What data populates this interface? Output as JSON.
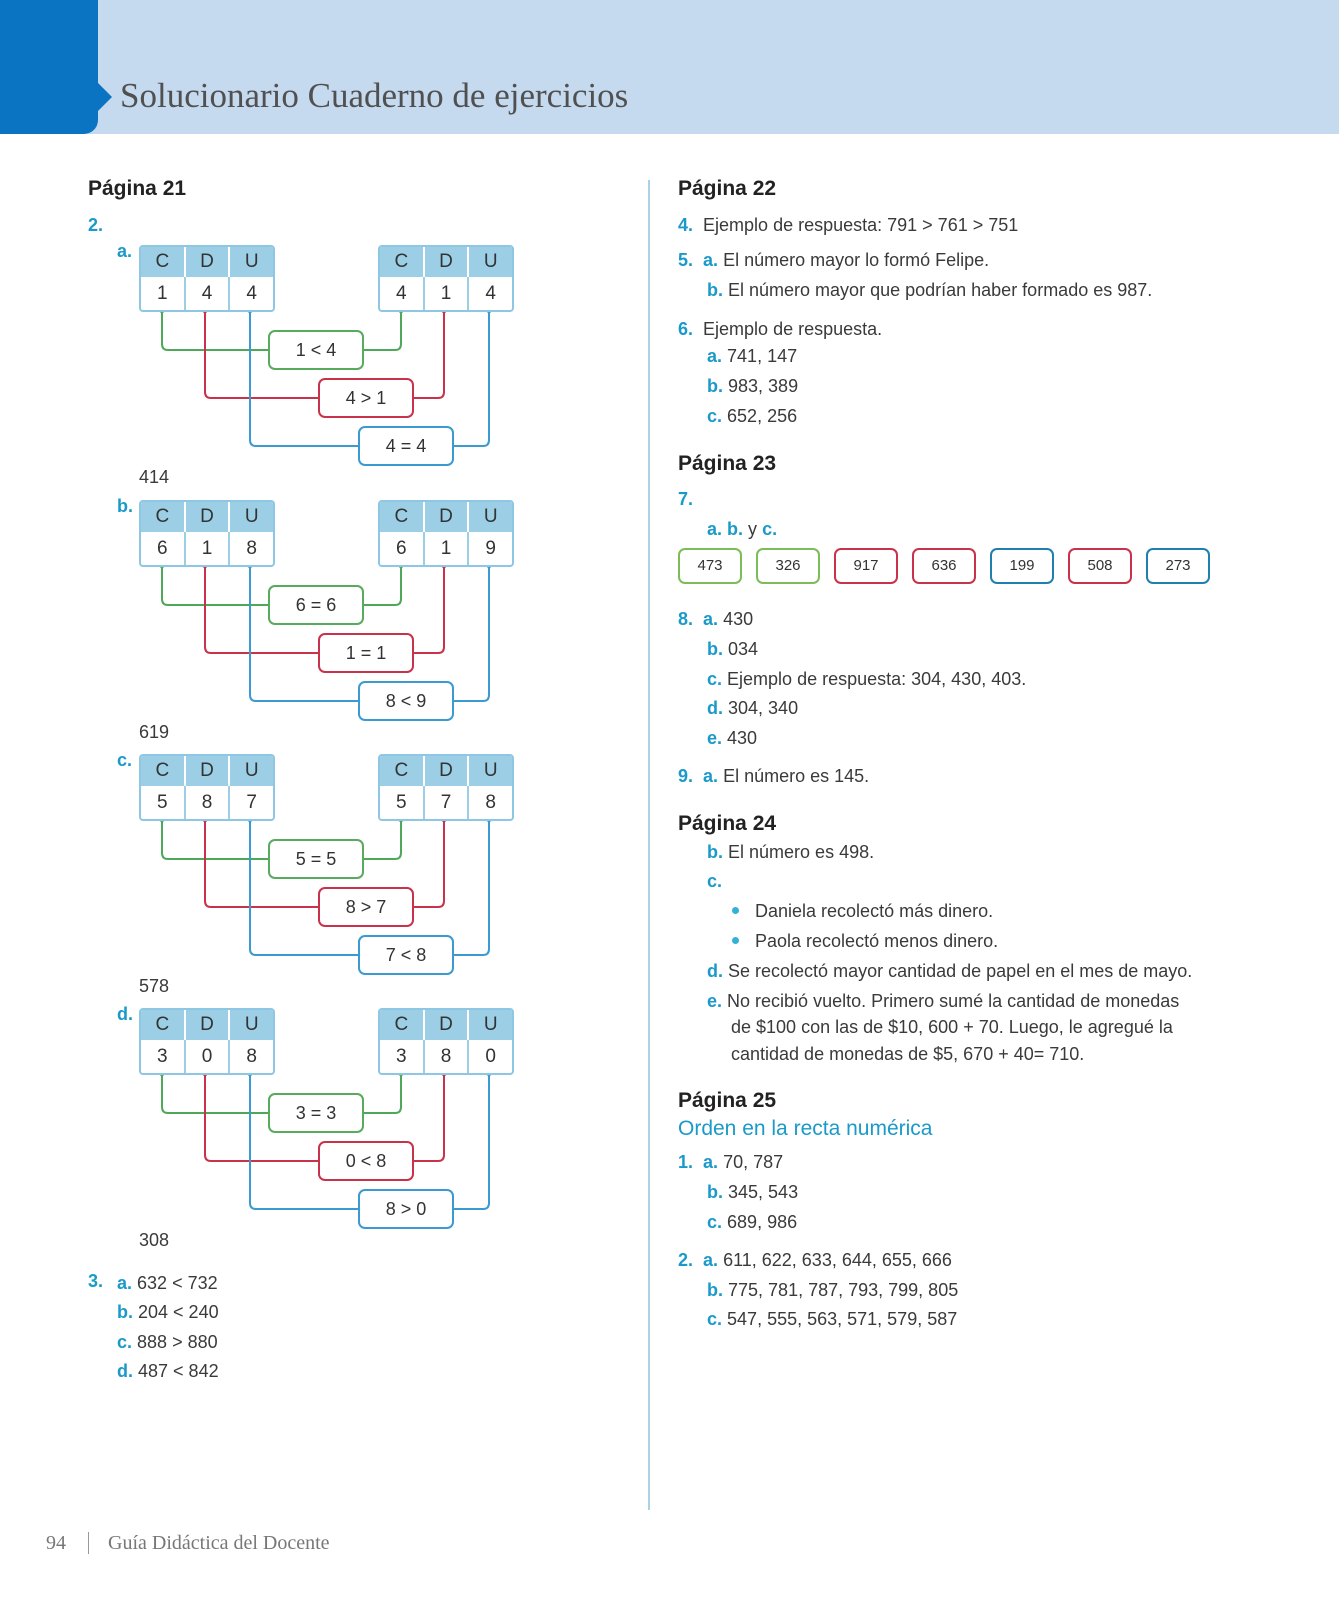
{
  "header": {
    "title": "Solucionario Cuaderno de ejercicios"
  },
  "left": {
    "page_heading": "Página 21",
    "item2_num": "2.",
    "groups": [
      {
        "label": "a.",
        "left_digits": [
          "1",
          "4",
          "4"
        ],
        "right_digits": [
          "4",
          "1",
          "4"
        ],
        "comparisons": [
          "1 < 4",
          "4 > 1",
          "4 = 4"
        ],
        "result": "414"
      },
      {
        "label": "b.",
        "left_digits": [
          "6",
          "1",
          "8"
        ],
        "right_digits": [
          "6",
          "1",
          "9"
        ],
        "comparisons": [
          "6 = 6",
          "1 = 1",
          "8 < 9"
        ],
        "result": "619"
      },
      {
        "label": "c.",
        "left_digits": [
          "5",
          "8",
          "7"
        ],
        "right_digits": [
          "5",
          "7",
          "8"
        ],
        "comparisons": [
          "5 = 5",
          "8 > 7",
          "7 < 8"
        ],
        "result": "578"
      },
      {
        "label": "d.",
        "left_digits": [
          "3",
          "0",
          "8"
        ],
        "right_digits": [
          "3",
          "8",
          "0"
        ],
        "comparisons": [
          "3 = 3",
          "0 < 8",
          "8 > 0"
        ],
        "result": "308"
      }
    ],
    "headers": [
      "C",
      "D",
      "U"
    ],
    "item3": {
      "num": "3.",
      "lines": [
        {
          "letter": "a.",
          "text": "632 < 732"
        },
        {
          "letter": "b.",
          "text": "204 < 240"
        },
        {
          "letter": "c.",
          "text": "888 > 880"
        },
        {
          "letter": "d.",
          "text": "487 < 842"
        }
      ]
    }
  },
  "right": {
    "p22": {
      "heading": "Página 22",
      "i4": {
        "num": "4.",
        "text": "Ejemplo de respuesta: 791 > 761 > 751"
      },
      "i5a": {
        "num": "5.",
        "letter": "a.",
        "text": "El número mayor lo formó Felipe."
      },
      "i5b": {
        "letter": "b.",
        "text": "El número mayor que podrían haber formado es 987."
      },
      "i6": {
        "num": "6.",
        "text": "Ejemplo de respuesta."
      },
      "i6a": {
        "letter": "a.",
        "text": "741, 147"
      },
      "i6b": {
        "letter": "b.",
        "text": "983, 389"
      },
      "i6c": {
        "letter": "c.",
        "text": "652, 256"
      }
    },
    "p23": {
      "heading": "Página 23",
      "i7_num": "7.",
      "i7_a": "a.",
      "i7_b": "b.",
      "i7_y": "y",
      "i7_c": "c.",
      "pills": [
        {
          "value": "473",
          "color": "#7cbd57"
        },
        {
          "value": "326",
          "color": "#7cbd57"
        },
        {
          "value": "917",
          "color": "#c8324a"
        },
        {
          "value": "636",
          "color": "#c8324a"
        },
        {
          "value": "199",
          "color": "#1f7fae"
        },
        {
          "value": "508",
          "color": "#c8324a"
        },
        {
          "value": "273",
          "color": "#1f7fae"
        }
      ],
      "i8a": {
        "num": "8.",
        "letter": "a.",
        "text": "430"
      },
      "i8b": {
        "letter": "b.",
        "text": "034"
      },
      "i8c": {
        "letter": "c.",
        "text": "Ejemplo de respuesta: 304, 430, 403."
      },
      "i8d": {
        "letter": "d.",
        "text": "304, 340"
      },
      "i8e": {
        "letter": "e.",
        "text": "430"
      },
      "i9a": {
        "num": "9.",
        "letter": "a.",
        "text": "El número es 145."
      }
    },
    "p24": {
      "heading": "Página 24",
      "b": {
        "letter": "b.",
        "text": "El número es 498."
      },
      "c_letter": "c.",
      "bullets": [
        "Daniela recolectó más dinero.",
        "Paola recolectó menos dinero."
      ],
      "d": {
        "letter": "d.",
        "text": "Se recolectó mayor cantidad de papel en el mes de mayo."
      },
      "e": {
        "letter": "e.",
        "lines": [
          "No recibió vuelto. Primero sumé la cantidad de monedas",
          "de $100 con las de $10, 600 + 70. Luego, le agregué la",
          "cantidad de monedas de $5, 670 + 40= 710."
        ]
      }
    },
    "p25": {
      "heading": "Página 25",
      "subheading": "Orden en la recta numérica",
      "i1a": {
        "num": "1.",
        "letter": "a.",
        "text": "70, 787"
      },
      "i1b": {
        "letter": "b.",
        "text": "345, 543"
      },
      "i1c": {
        "letter": "c.",
        "text": "689, 986"
      },
      "i2a": {
        "num": "2.",
        "letter": "a.",
        "text": "611, 622, 633, 644, 655, 666"
      },
      "i2b": {
        "letter": "b.",
        "text": "775, 781, 787, 793, 799, 805"
      },
      "i2c": {
        "letter": "c.",
        "text": "547, 555, 563, 571, 579, 587"
      }
    }
  },
  "footer": {
    "page_number": "94",
    "text": "Guía Didáctica del Docente"
  }
}
